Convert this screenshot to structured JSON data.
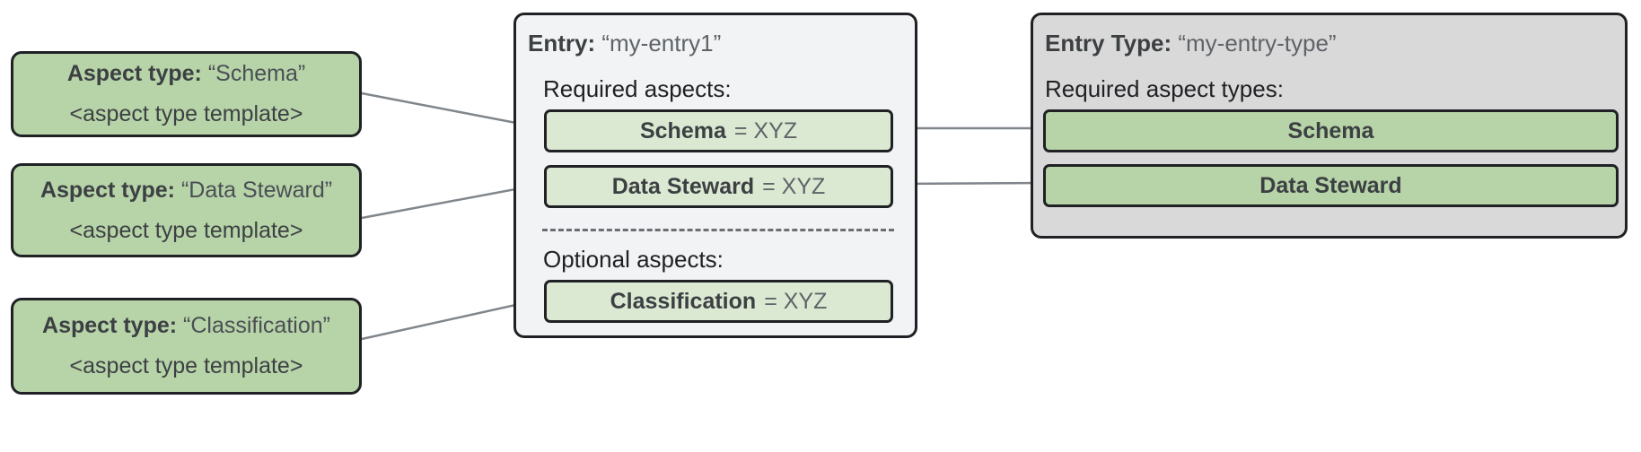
{
  "diagram": {
    "title": "Dataplex entry / entry type / aspect type relationship diagram",
    "colors": {
      "aspect_type_green": "#b7d3a8",
      "aspect_chip_green": "#dbe9d2",
      "entry_panel_gray": "#f1f3f4",
      "entry_type_panel_gray": "#d9d9d9",
      "outline": "#202124",
      "connector": "#80868b",
      "divider": "#6b6f73"
    }
  },
  "aspect_types": [
    {
      "label_key": "Aspect type:",
      "label_value": "“Schema”",
      "template_text": "<aspect type template>"
    },
    {
      "label_key": "Aspect type:",
      "label_value": "“Data Steward”",
      "template_text": "<aspect type template>"
    },
    {
      "label_key": "Aspect type:",
      "label_value": "“Classification”",
      "template_text": "<aspect type template>"
    }
  ],
  "entry_panel": {
    "title_key": "Entry:",
    "title_value": "“my-entry1”",
    "required_label": "Required aspects:",
    "optional_label": "Optional aspects:",
    "required_aspects": [
      {
        "name": "Schema",
        "value": "= XYZ"
      },
      {
        "name": "Data Steward",
        "value": "= XYZ"
      }
    ],
    "optional_aspects": [
      {
        "name": "Classification",
        "value": "= XYZ"
      }
    ]
  },
  "entry_type_panel": {
    "title_key": "Entry Type:",
    "title_value": "“my-entry-type”",
    "required_label": "Required aspect types:",
    "required_aspect_types": [
      {
        "name": "Schema"
      },
      {
        "name": "Data Steward"
      }
    ]
  }
}
